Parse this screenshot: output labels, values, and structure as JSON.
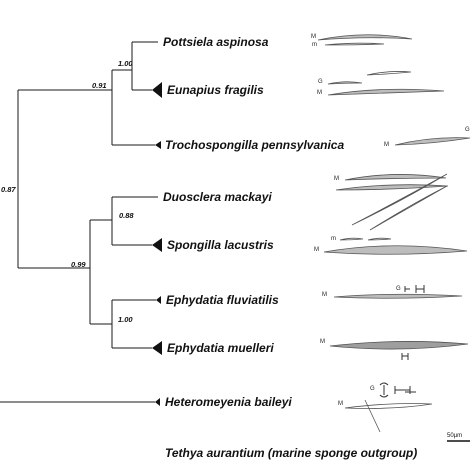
{
  "taxa": [
    {
      "label": "Pottsiela aspinosa"
    },
    {
      "label": "Eunapius fragilis"
    },
    {
      "label": "Trochospongilla pennsylvanica"
    },
    {
      "label": "Duosclera mackayi"
    },
    {
      "label": "Spongilla lacustris"
    },
    {
      "label": "Ephydatia fluviatilis"
    },
    {
      "label": "Ephydatia muelleri"
    },
    {
      "label": "Heteromeyenia baileyi"
    },
    {
      "label": "Tethya aurantium (marine sponge outgroup)"
    }
  ],
  "support_values": [
    {
      "value": "1.00"
    },
    {
      "value": "0.91"
    },
    {
      "value": "0.87"
    },
    {
      "value": "0.88"
    },
    {
      "value": "0.99"
    },
    {
      "value": "1.00"
    }
  ],
  "spicule_labels": {
    "m_upper": "M",
    "m_lower": "m",
    "g": "G",
    "m": "m"
  },
  "scale_bar": {
    "label": "50µm"
  },
  "colors": {
    "line": "#1a1a1a",
    "spicule": "#555555",
    "spicule_fill": "#bdbdbd"
  }
}
